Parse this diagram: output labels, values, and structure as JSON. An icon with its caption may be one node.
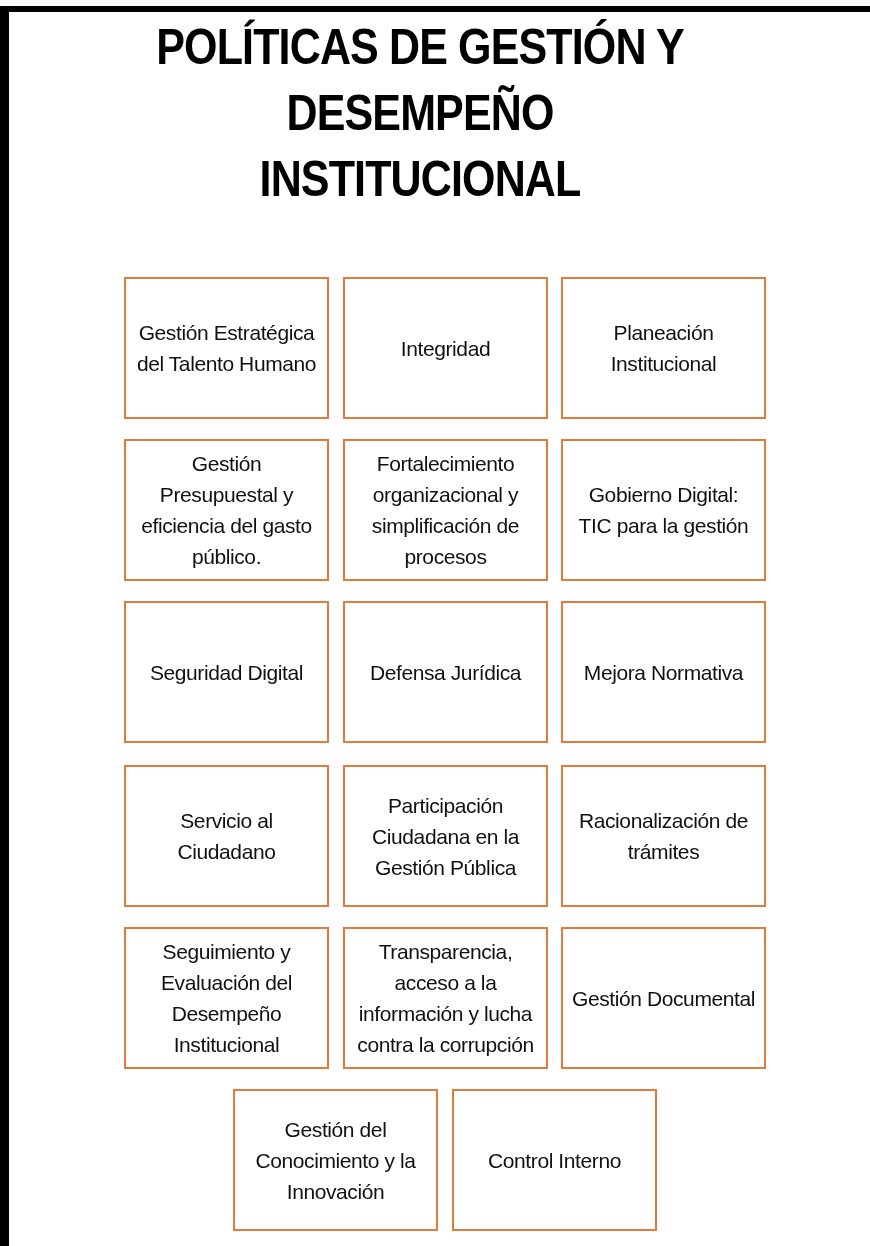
{
  "diagram": {
    "title": "POLÍTICAS DE GESTIÓN Y DESEMPEÑO INSTITUCIONAL",
    "nodes": [
      {
        "text": [
          "Gestión Estratégica del Talento Humano"
        ]
      },
      {
        "text": [
          "Integridad"
        ]
      },
      {
        "text": [
          "Planeación Institucional"
        ]
      },
      {
        "text": [
          "Gestión Presupuestal y eficiencia del gasto público."
        ]
      },
      {
        "text": [
          "Fortalecimiento organizacional y simplificación de procesos"
        ]
      },
      {
        "text": [
          "Gobierno Digital: TIC para la gestión"
        ]
      },
      {
        "text": [
          "Seguridad Digital"
        ]
      },
      {
        "text": [
          "Defensa Jurídica"
        ]
      },
      {
        "text": [
          "Mejora Normativa"
        ]
      },
      {
        "text": [
          "Servicio al Ciudadano"
        ]
      },
      {
        "text": [
          "Participación Ciudadana en la Gestión Pública"
        ]
      },
      {
        "text": [
          "Racionalización de trámites"
        ]
      },
      {
        "text": [
          "Seguimiento y Evaluación del Desempeño Institucional"
        ]
      },
      {
        "text": [
          "Transparencia, acceso a la información y lucha contra la corrupción"
        ]
      },
      {
        "text": [
          "Gestión Documental"
        ]
      },
      {
        "text": [
          "Gestión del Conocimiento y la Innovación"
        ]
      },
      {
        "text": [
          "Control Interno"
        ]
      }
    ]
  }
}
